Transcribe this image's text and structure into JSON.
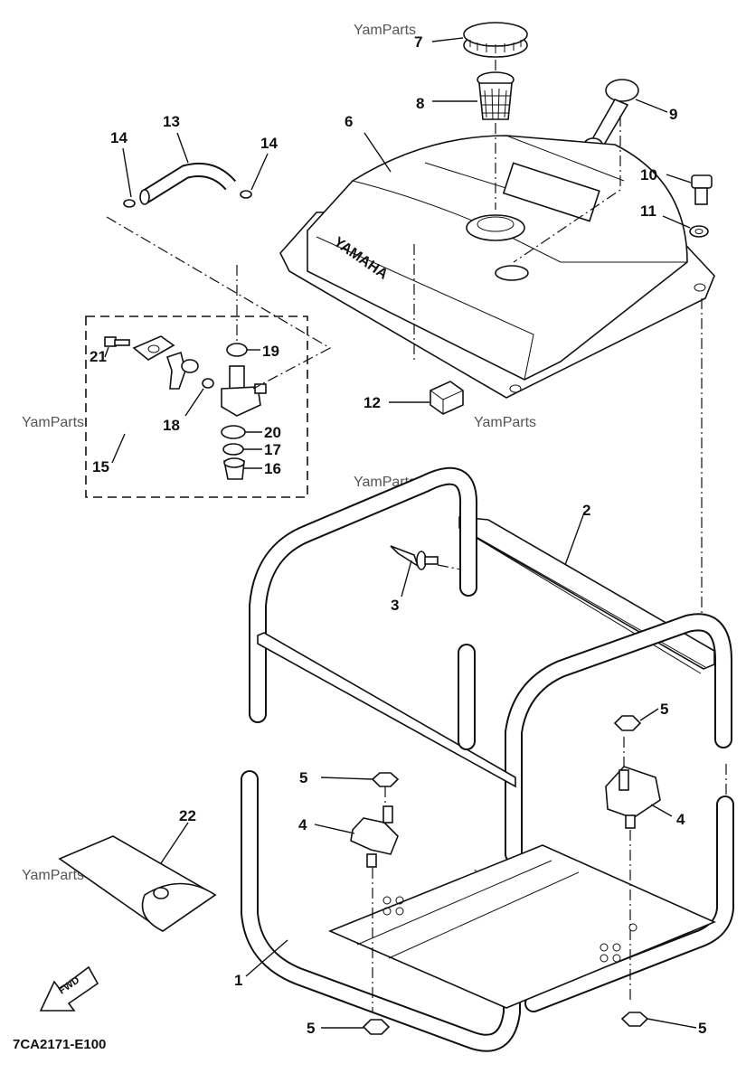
{
  "watermark": "YamParts",
  "diagram_code": "7CA2171-E100",
  "fwd_label": "FWD",
  "callouts": {
    "c1": "1",
    "c2": "2",
    "c3": "3",
    "c4a": "4",
    "c4b": "4",
    "c5a": "5",
    "c5b": "5",
    "c5c": "5",
    "c5d": "5",
    "c6": "6",
    "c7": "7",
    "c8": "8",
    "c9": "9",
    "c10": "10",
    "c11": "11",
    "c12": "12",
    "c13": "13",
    "c14a": "14",
    "c14b": "14",
    "c15": "15",
    "c16": "16",
    "c17": "17",
    "c18": "18",
    "c19": "19",
    "c20": "20",
    "c21": "21",
    "c22": "22"
  },
  "tank_brand": "YAMAHA"
}
